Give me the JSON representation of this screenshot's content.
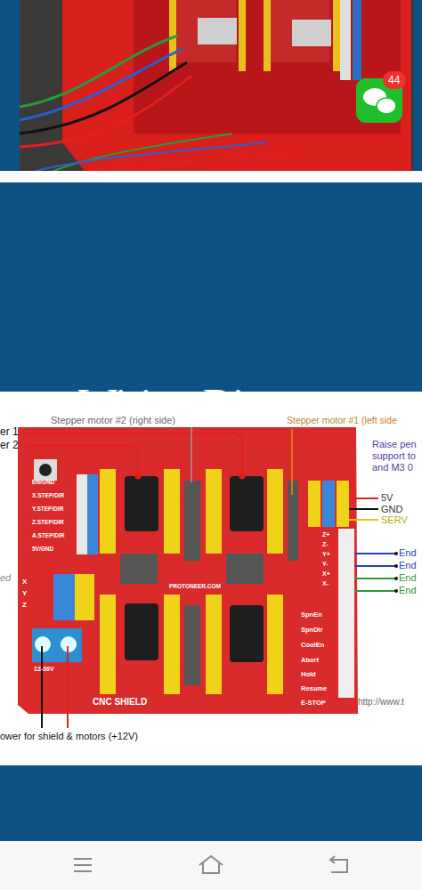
{
  "diagram": {
    "nodes": [
      {
        "text": [
          "Wiring Diagra"
        ]
      },
      {
        "text": [
          "44"
        ]
      },
      {
        "text": [
          "CNC SHIELD"
        ]
      }
    ],
    "labels": [
      "er 1",
      "er 2",
      "Stepper motor #2 (right side)",
      "Stepper motor #1 (left side",
      "Raise pen",
      "support to",
      "and M3 0",
      "5V",
      "GND",
      "SERV",
      "End",
      "End",
      "End",
      "End",
      "http://www.t",
      "ower for shield & motors (+12V)",
      "ed",
      "EN/GND",
      "X.STEP/DIR",
      "Y.STEP/DIR",
      "Z.STEP/DIR",
      "A.STEP/DIR",
      "5V/GND",
      "SpnEn",
      "SpnDir",
      "CoolEn",
      "Abort",
      "Hold",
      "Resume",
      "E-STOP",
      "Z+",
      "Z-",
      "Y+",
      "Y-",
      "X+",
      "X-",
      "X",
      "Y",
      "Z",
      "12-36V",
      "PROTONEER.COM"
    ]
  }
}
